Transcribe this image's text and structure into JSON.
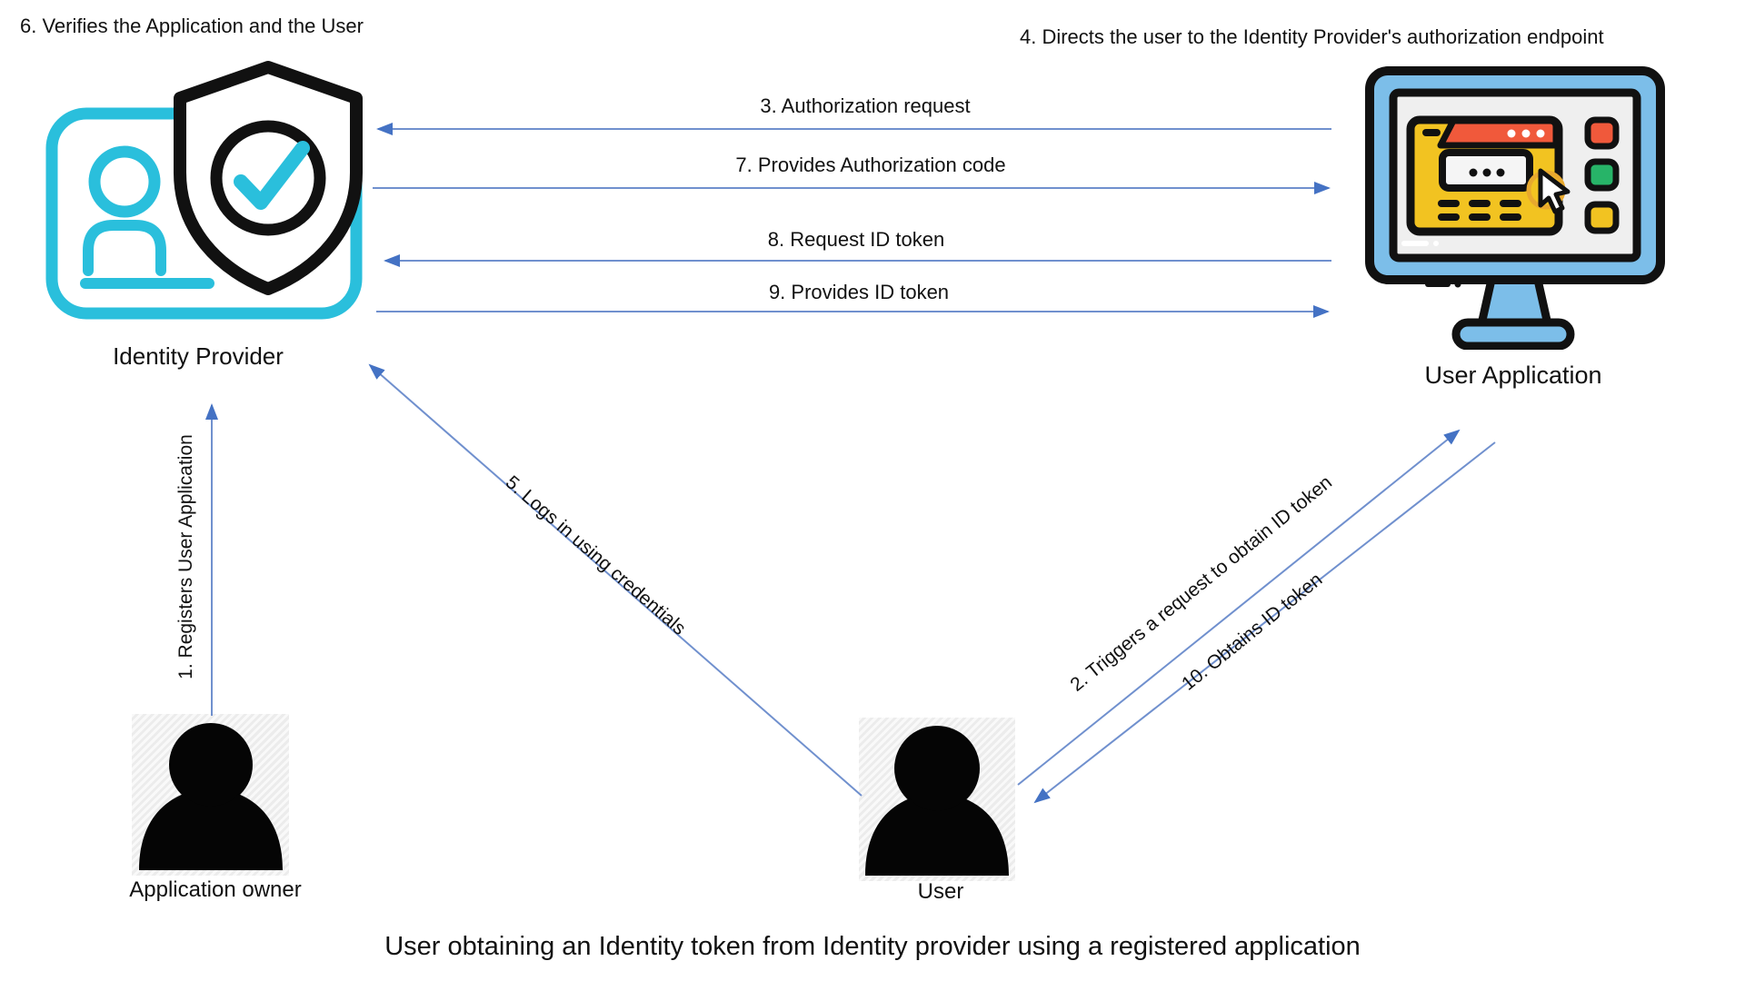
{
  "diagram": {
    "caption": "User obtaining an Identity token from Identity provider using a registered application",
    "annotations": {
      "verifies": "6. Verifies the Application and the User",
      "directs": "4. Directs the user to the Identity Provider's authorization endpoint"
    },
    "nodes": {
      "identity_provider": {
        "label": "Identity Provider",
        "icon": "id-card-shield-check-icon"
      },
      "user_application": {
        "label": "User Application",
        "icon": "monitor-browser-icon"
      },
      "application_owner": {
        "label": "Application owner",
        "icon": "person-silhouette-icon"
      },
      "user": {
        "label": "User",
        "icon": "person-silhouette-icon"
      }
    },
    "flows": {
      "f1": {
        "label": "1. Registers User Application",
        "from": "application_owner",
        "to": "identity_provider"
      },
      "f2": {
        "label": "2. Triggers a request to obtain ID token",
        "from": "user",
        "to": "user_application"
      },
      "f3": {
        "label": "3. Authorization request",
        "from": "user_application",
        "to": "identity_provider"
      },
      "f5": {
        "label": "5. Logs in using credentials",
        "from": "user",
        "to": "identity_provider"
      },
      "f7": {
        "label": "7. Provides Authorization code",
        "from": "identity_provider",
        "to": "user_application"
      },
      "f8": {
        "label": "8. Request ID token",
        "from": "user_application",
        "to": "identity_provider"
      },
      "f9": {
        "label": "9. Provides ID token",
        "from": "identity_provider",
        "to": "user_application"
      },
      "f10": {
        "label": "10. Obtains ID token",
        "from": "user_application",
        "to": "user"
      }
    },
    "colors": {
      "accent_cyan": "#2ABFDC",
      "icon_black": "#111111",
      "arrow_line": "#7090CE",
      "arrow_head": "#4472C4",
      "monitor_blue": "#7CBEE9",
      "screen_gray": "#EFEFEF",
      "browser_yellow": "#F2C321",
      "browser_red": "#F0593B",
      "button_green": "#27B468",
      "text": "#111111"
    }
  }
}
